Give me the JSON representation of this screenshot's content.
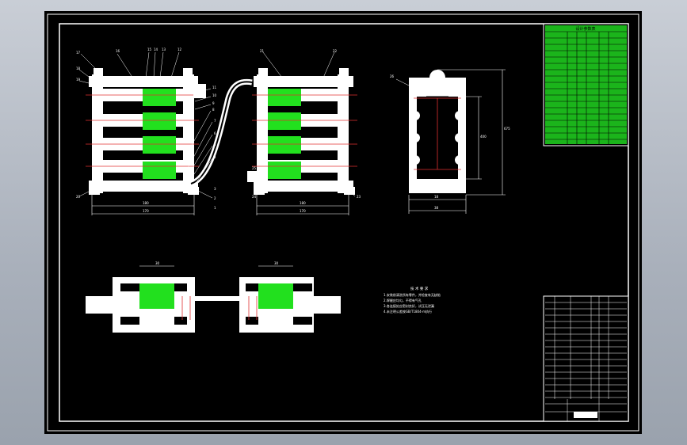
{
  "colors": {
    "background": "#000000",
    "line": "#ffffff",
    "fill_green": "#22e01e",
    "centerline": "#e03030",
    "table_green": "#1ec81e"
  },
  "title_block_top": {
    "title": "设计参数表"
  },
  "tech_requirements": {
    "heading": "技 术 要 求",
    "lines": [
      "1.安装前清洗所有零件，并检查有无缺陷",
      "2.焊缝应均匀，不得有气孔",
      "3.各连接处应密封良好，试压无泄漏",
      "4.未注明公差按GB/T1804-m执行"
    ]
  },
  "dimensions": {
    "left_inner": "180",
    "left_outer": "170",
    "mid_inner": "180",
    "mid_outer": "170",
    "right_height_inner": "400",
    "right_height_outer": "675",
    "right_width_inner": "18",
    "right_width_outer": "38",
    "bottom_left": "30",
    "bottom_right": "30"
  },
  "balloons": [
    "17",
    "16",
    "15",
    "14",
    "13",
    "12",
    "18",
    "19",
    "11",
    "10",
    "9",
    "8",
    "7",
    "6",
    "5",
    "4",
    "3",
    "2",
    "1",
    "20",
    "21",
    "22",
    "23",
    "24",
    "25",
    "26"
  ]
}
